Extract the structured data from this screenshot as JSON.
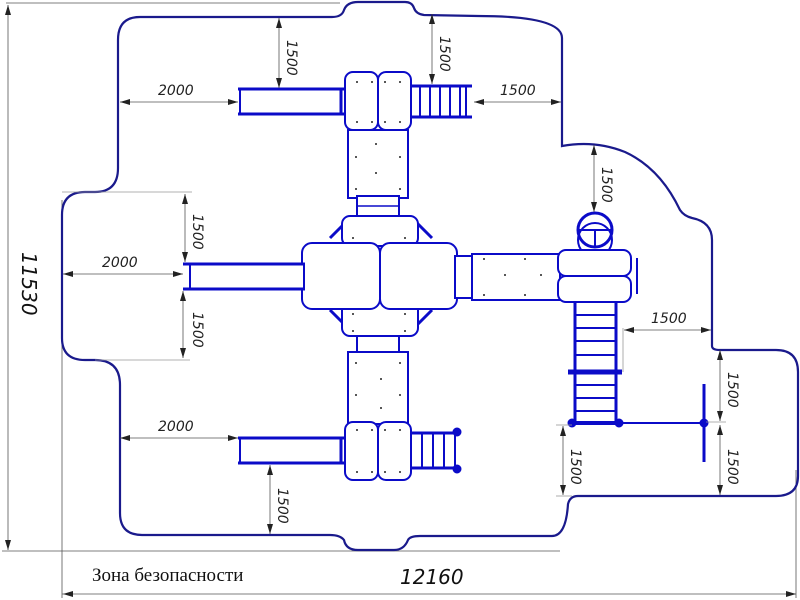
{
  "drawing": {
    "caption": "Зона безопасности",
    "overall_width": "12160",
    "overall_height": "11530",
    "colors": {
      "zone_outline": "#1a1a8c",
      "equipment": "#0b0bc8",
      "dimension_lines": "#555555"
    },
    "dimensions": {
      "top_left_slide_clearance_top": "1500",
      "top_left_slide_clearance_left": "2000",
      "top_ladder_clearance_top": "1500",
      "top_ladder_clearance_right": "1500",
      "left_slide_clearance_top": "1500",
      "left_slide_clearance_left": "2000",
      "left_slide_clearance_bottom": "1500",
      "right_tower_clearance_top": "1500",
      "right_ladder_clearance_right": "1500",
      "bar_clearance_top": "1500",
      "bar_clearance_bottom": "1500",
      "ladder_clearance_bottom": "1500",
      "bottom_slide_clearance_left": "2000",
      "bottom_slide_clearance_bottom": "1500"
    }
  }
}
